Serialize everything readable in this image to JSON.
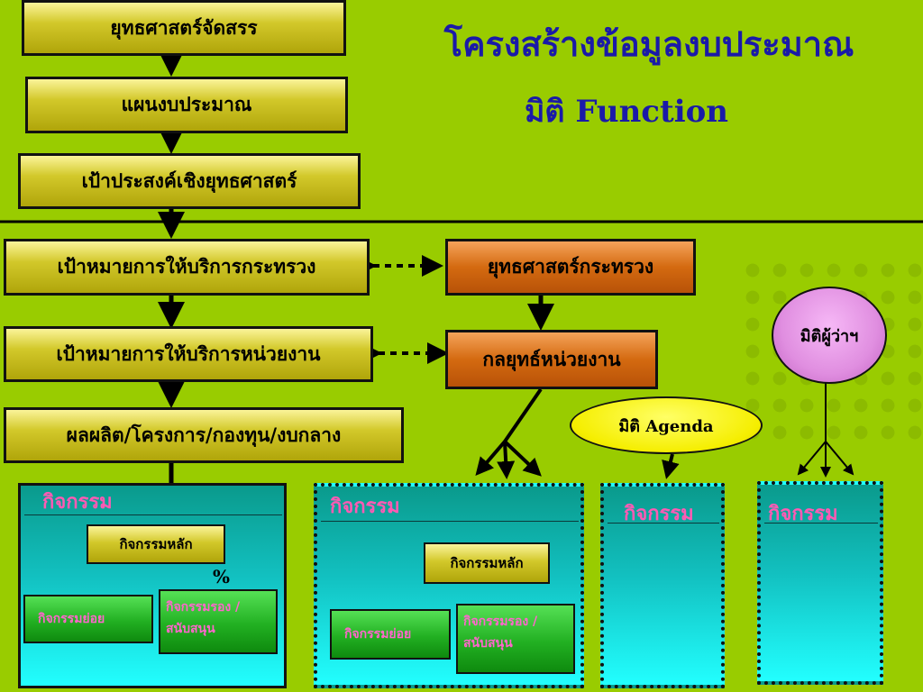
{
  "title": {
    "line1": "โครงสร้างข้อมูลงบประมาณ",
    "line2": "มิติ Function"
  },
  "left_chain": [
    "ยุทธศาสตร์จัดสรร",
    "แผนงบประมาณ",
    "เป้าประสงค์เชิงยุทธศาสตร์",
    "เป้าหมายการให้บริการกระทรวง",
    "เป้าหมายการให้บริการหน่วยงาน",
    "ผลผลิต/โครงการ/กองทุน/งบกลาง"
  ],
  "right_chain": [
    "ยุทธศาสตร์กระทรวง",
    "กลยุทธ์หน่วยงาน"
  ],
  "dimensions": {
    "agenda": "มิติ Agenda",
    "area": "มิติผู้ว่าฯ"
  },
  "panels": [
    {
      "label": "กิจกรรม",
      "main_activity": "กิจกรรมหลัก",
      "sub_activity": "กิจกรรมย่อย",
      "support_activity": "กิจกรรมรอง / สนับสนุน",
      "percent_label": "%"
    },
    {
      "label": "กิจกรรม",
      "main_activity": "กิจกรรมหลัก",
      "sub_activity": "กิจกรรมย่อย",
      "support_activity": "กิจกรรมรอง / สนับสนุน"
    },
    {
      "label": "กิจกรรม"
    },
    {
      "label": "กิจกรรม"
    }
  ],
  "colors": {
    "background": "#99cc00",
    "title": "#1a1aa8",
    "panel_label": "#ff5ab4",
    "olive_box": "#c8be1e",
    "rust_box": "#d46a10"
  }
}
